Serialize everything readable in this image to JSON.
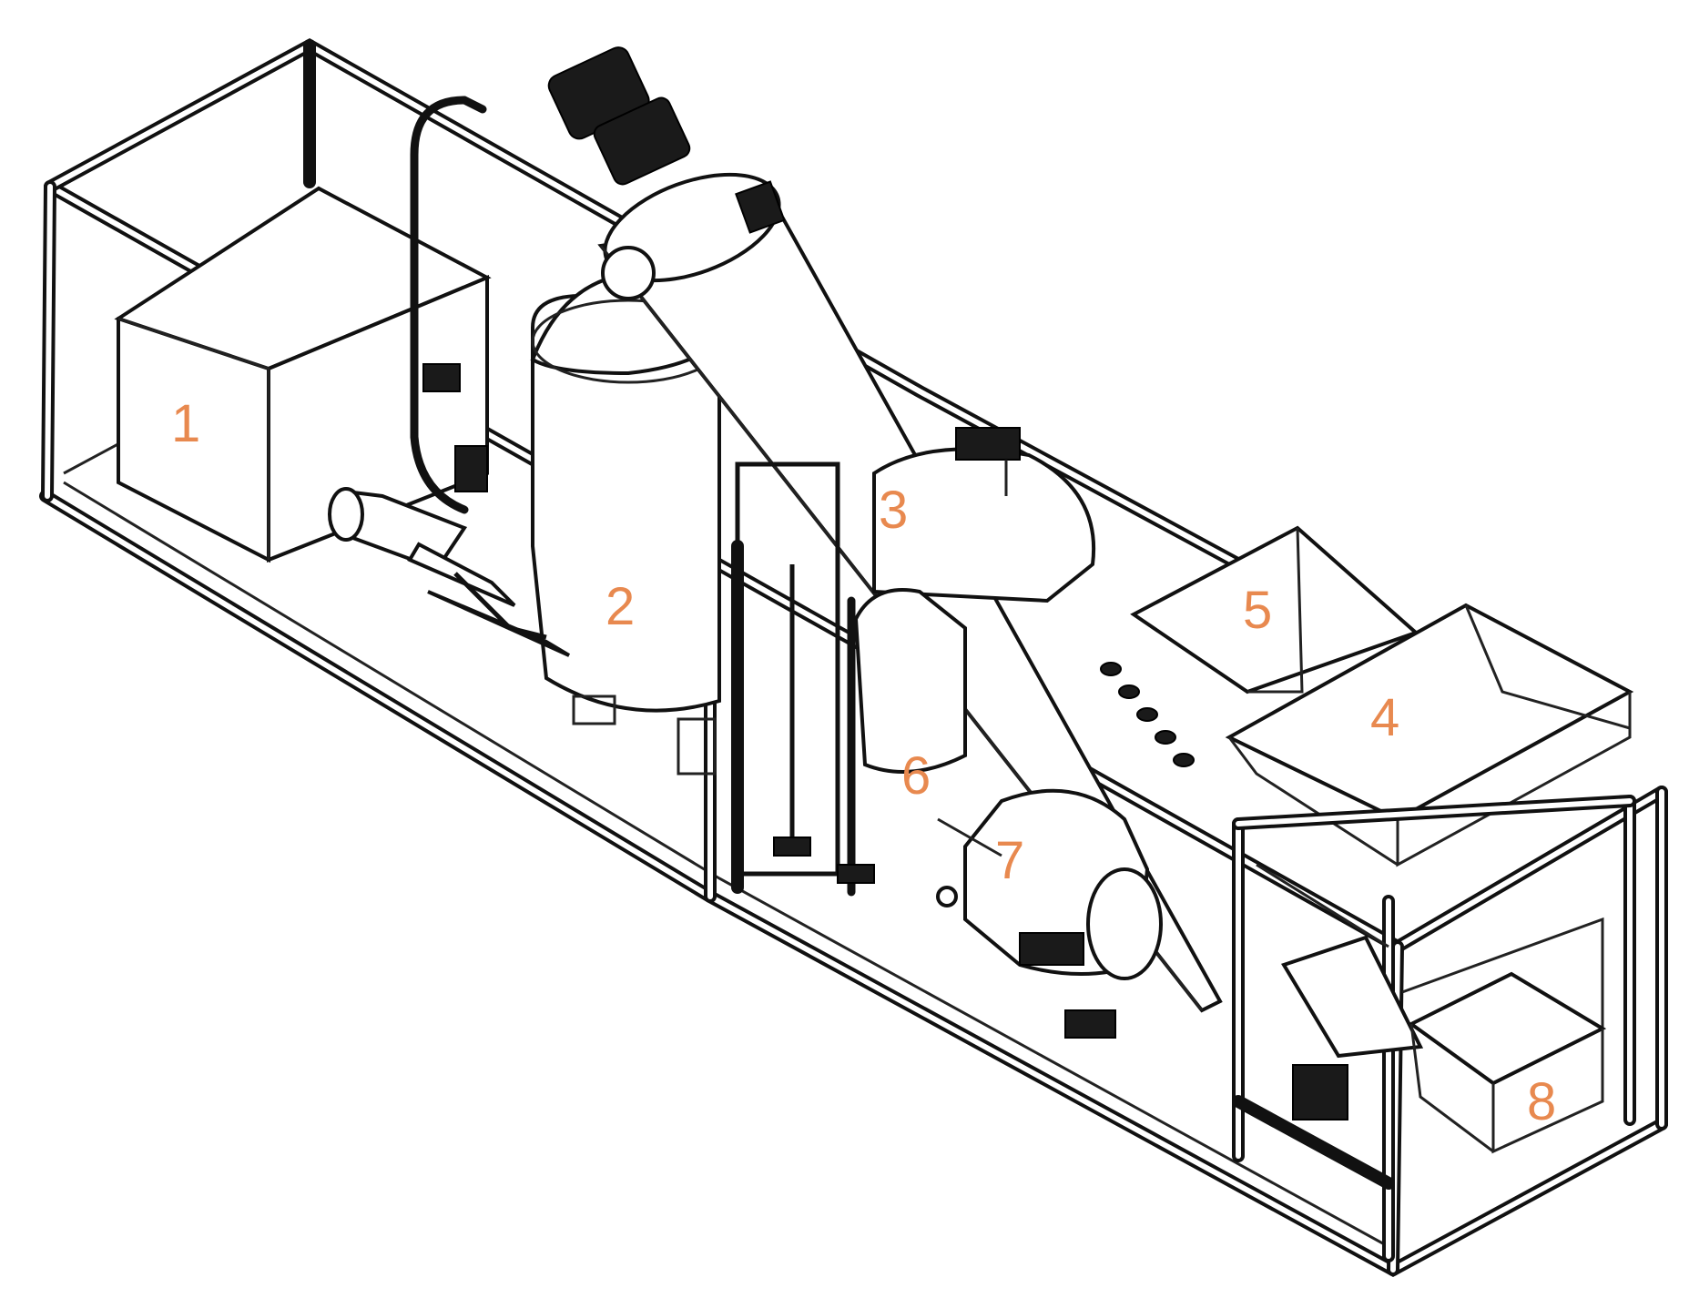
{
  "labels": [
    {
      "id": "1",
      "text": "1"
    },
    {
      "id": "2",
      "text": "2"
    },
    {
      "id": "3",
      "text": "3"
    },
    {
      "id": "4",
      "text": "4"
    },
    {
      "id": "5",
      "text": "5"
    },
    {
      "id": "6",
      "text": "6"
    },
    {
      "id": "7",
      "text": "7"
    },
    {
      "id": "8",
      "text": "8"
    }
  ],
  "colors": {
    "label": "#e8894f",
    "line": "#111111",
    "background": "#ffffff"
  }
}
